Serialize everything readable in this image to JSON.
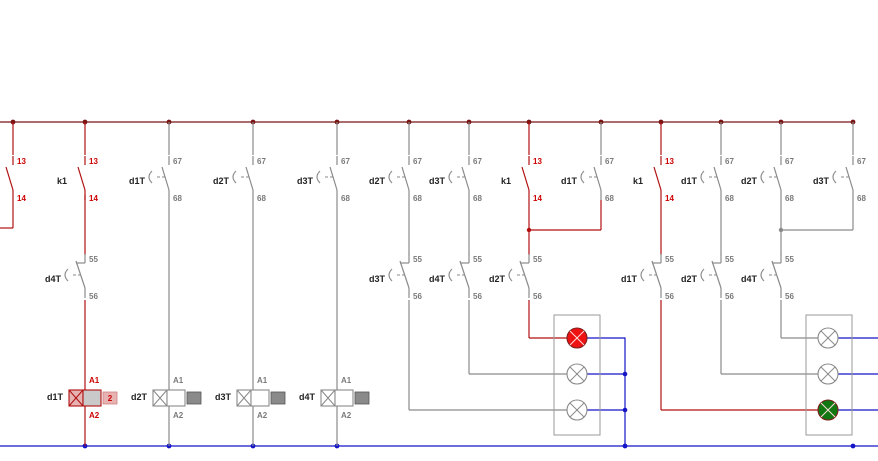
{
  "colors": {
    "supply_rail": "#7a1515",
    "return_rail": "#1515c8",
    "energized": "#b01010",
    "idle": "#8a8a8a",
    "lamp_red": "#ee1111",
    "lamp_green": "#117711",
    "coil_active": "#e6b2b2",
    "coil_idle_block": "#8a8a8a"
  },
  "labels": {
    "k1": "k1",
    "d1T": "d1T",
    "d2T": "d2T",
    "d3T": "d3T",
    "d4T": "d4T",
    "no_top": "13",
    "no_bottom": "14",
    "t_no_top": "67",
    "t_no_bottom": "68",
    "t_nc_top": "55",
    "t_nc_bottom": "56",
    "coil_top": "A1",
    "coil_bottom": "A2",
    "timer_count": "2"
  },
  "icons": {
    "lamp": "lamp-icon",
    "contact": "contact-icon",
    "coil": "relay-coil-icon"
  }
}
